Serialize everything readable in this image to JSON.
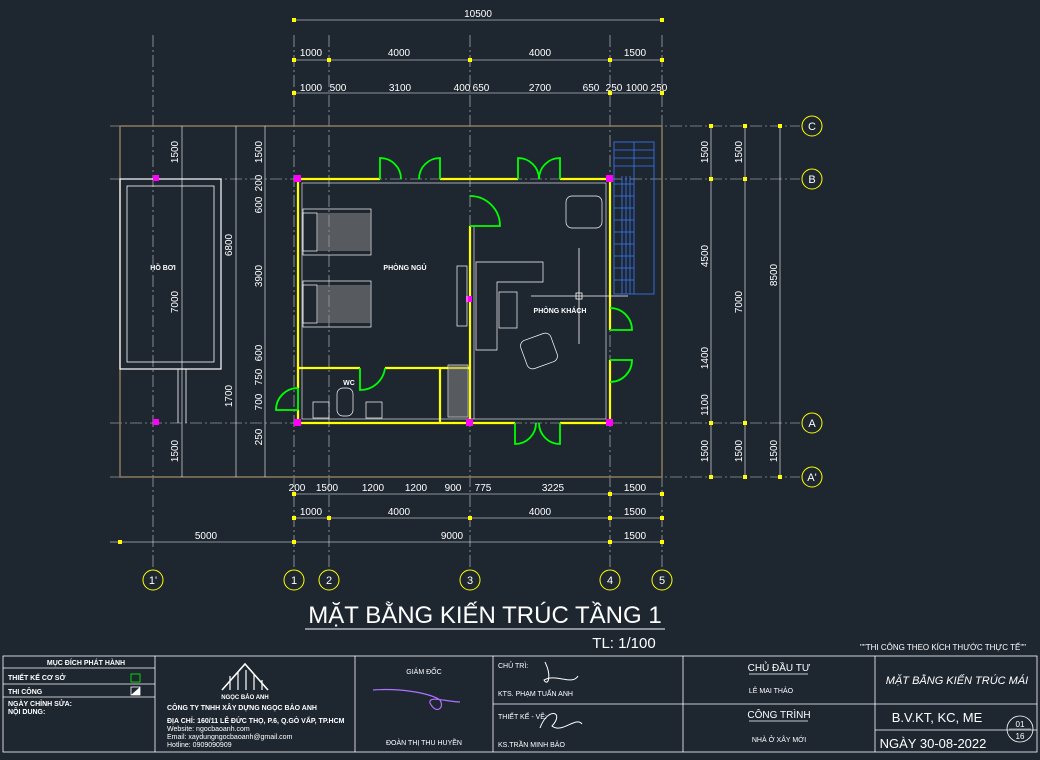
{
  "drawing": {
    "title": "MẶT BẰNG KIẾN TRÚC TẦNG 1",
    "scale": "TL: 1/100",
    "note": "\"\"THI CÔNG THEO KÍCH THƯỚC THỰC TẾ\"\"",
    "rooms": {
      "pool": "HỒ BƠI",
      "bedroom": "PHÒNG NGỦ",
      "wc": "WC",
      "living": "PHÒNG KHÁCH"
    },
    "axes": {
      "vertical": [
        "1'",
        "1",
        "2",
        "3",
        "4",
        "5"
      ],
      "horizontal": [
        "C",
        "B",
        "A",
        "A'"
      ]
    },
    "dims": {
      "top_total": "10500",
      "top_row1": [
        "1000",
        "4000",
        "4000",
        "1500"
      ],
      "top_row2": [
        "1000",
        "500",
        "3100",
        "400",
        "650",
        "2700",
        "650",
        "250",
        "1000",
        "250"
      ],
      "bottom_row1": [
        "200",
        "1500",
        "1200",
        "1200",
        "900",
        "775",
        "3225",
        "1500"
      ],
      "bottom_row2": [
        "1000",
        "4000",
        "4000",
        "1500"
      ],
      "bottom_row3": [
        "5000",
        "9000",
        "1500"
      ],
      "left_pool": [
        "1500",
        "6800",
        "7000",
        "1500"
      ],
      "left_inner": [
        "1500",
        "200",
        "600",
        "3900",
        "600",
        "750",
        "700",
        "250",
        "1700"
      ],
      "right_row1": [
        "1500",
        "4500",
        "1400",
        "1100",
        "1500"
      ],
      "right_row2": [
        "1500",
        "7000",
        "1500"
      ],
      "right_total": "8500"
    }
  },
  "title_block": {
    "legend_title": "MỤC ĐÍCH PHÁT HÀNH",
    "legend_items": [
      "THIẾT KẾ CƠ SỞ",
      "THI CÔNG"
    ],
    "legend_footer": [
      "NGÀY CHỈNH SỬA:",
      "NỘI DUNG:"
    ],
    "company_logo": "NGỌC BẢO ANH",
    "company_name": "CÔNG TY TNHH XÂY DỰNG NGỌC BẢO ANH",
    "company_lines": [
      "ĐỊA CHỈ: 160/11 LÊ ĐỨC THỌ, P.6, Q.GÒ VẤP, TP.HCM",
      "Website: ngocbaoanh.com",
      "Email: xaydungngocbaoanh@gmail.com",
      "Hotline: 0909090909"
    ],
    "director_label": "GIÁM ĐỐC",
    "director_name": "ĐOÀN THỊ THU HUYỀN",
    "chief_label": "CHỦ TRÌ:",
    "chief_name": "KTS. PHẠM TUẤN ANH",
    "design_label": "THIẾT KẾ - VẼ:",
    "design_name": "KS.TRẦN MINH BẢO",
    "owner_label": "CHỦ ĐẦU TƯ",
    "owner_name": "LÊ MAI THẢO",
    "project_label": "CÔNG TRÌNH",
    "project_name": "NHÀ Ở XÂY MỚI",
    "sheet_title": "MẶT BẰNG KIẾN TRÚC MÁI",
    "discipline": "B.V.KT, KC, ME",
    "date": "NGÀY  30-08-2022",
    "sheet_no": "01",
    "sheet_total": "16"
  },
  "colors": {
    "background": "#1e2630",
    "wall": "#ffff00",
    "door": "#00ff00",
    "dimension": "#ffffff",
    "stair": "#3a7bff",
    "column": "#ff00ff",
    "outline": "#8a7a5a"
  }
}
